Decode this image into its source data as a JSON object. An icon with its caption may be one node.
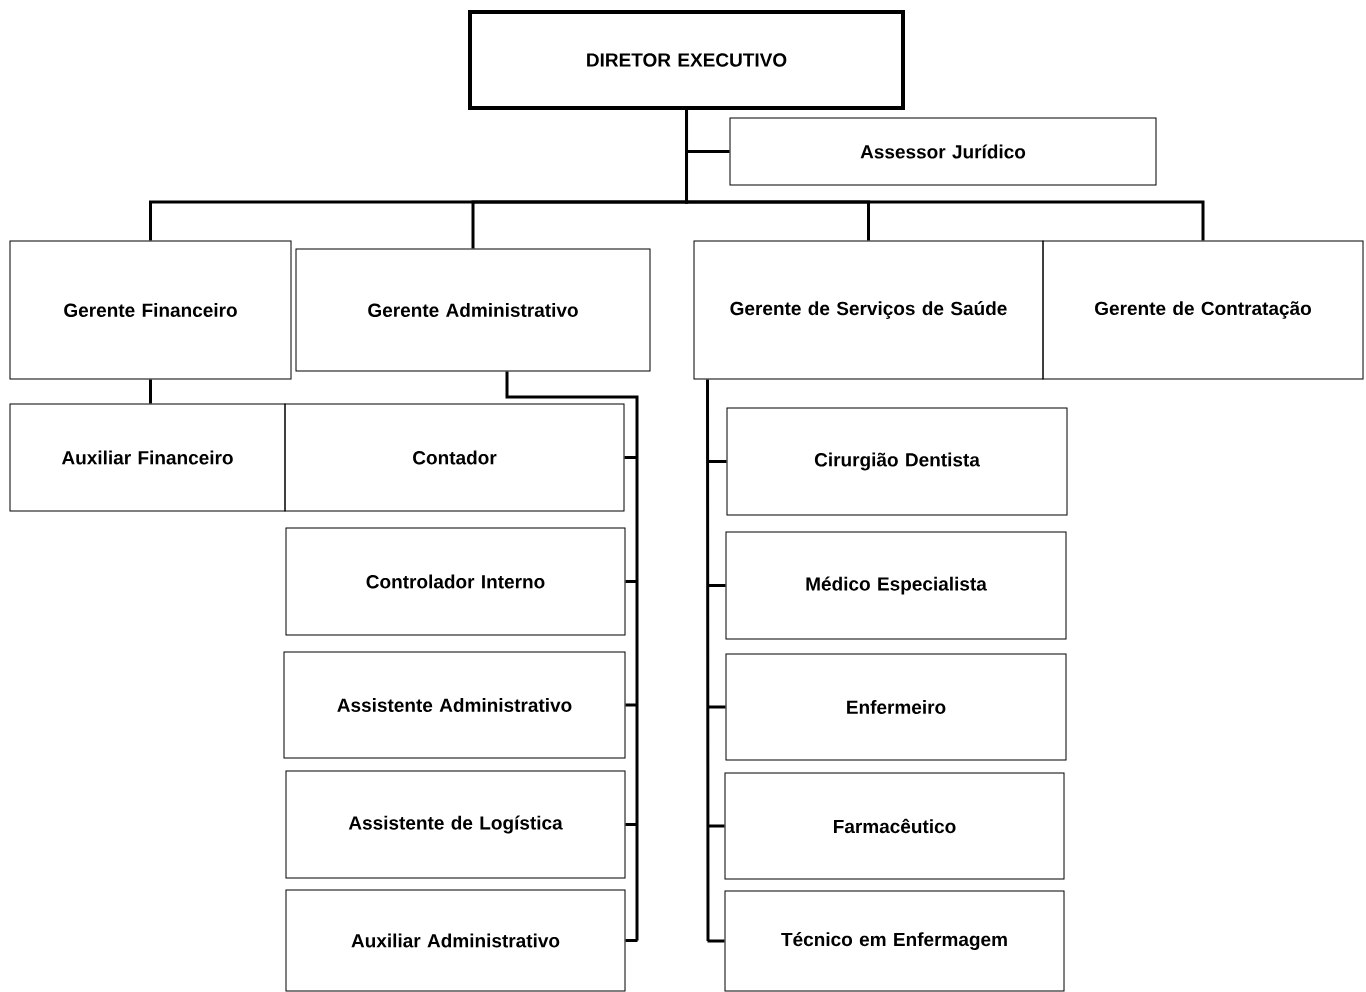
{
  "diagram": {
    "nodes": [
      {
        "text": [
          "DIRETOR EXECUTIVO"
        ]
      },
      {
        "text": [
          "Assessor Jurídico"
        ]
      },
      {
        "text": [
          "Gerente Financeiro"
        ]
      },
      {
        "text": [
          "Gerente Administrativo"
        ]
      },
      {
        "text": [
          "Gerente de Serviços de Saúde"
        ]
      },
      {
        "text": [
          "Gerente de Contratação"
        ]
      },
      {
        "text": [
          "Auxiliar Financeiro"
        ]
      },
      {
        "text": [
          "Contador"
        ]
      },
      {
        "text": [
          "Controlador Interno"
        ]
      },
      {
        "text": [
          "Assistente Administrativo"
        ]
      },
      {
        "text": [
          "Assistente de Logística"
        ]
      },
      {
        "text": [
          "Auxiliar Administrativo"
        ]
      },
      {
        "text": [
          "Cirurgião Dentista"
        ]
      },
      {
        "text": [
          "Médico Especialista"
        ]
      },
      {
        "text": [
          "Enfermeiro"
        ]
      },
      {
        "text": [
          "Farmacêutico"
        ]
      },
      {
        "text": [
          "Técnico em Enfermagem"
        ]
      }
    ],
    "edges": [
      {
        "from": 0,
        "to": 1,
        "arrow": "none"
      },
      {
        "from": 0,
        "to": 2,
        "arrow": "none"
      },
      {
        "from": 0,
        "to": 3,
        "arrow": "none"
      },
      {
        "from": 0,
        "to": 4,
        "arrow": "none"
      },
      {
        "from": 0,
        "to": 5,
        "arrow": "none"
      },
      {
        "from": 2,
        "to": 6,
        "arrow": "none"
      },
      {
        "from": 3,
        "to": 7,
        "arrow": "none"
      },
      {
        "from": 3,
        "to": 8,
        "arrow": "none"
      },
      {
        "from": 3,
        "to": 9,
        "arrow": "none"
      },
      {
        "from": 3,
        "to": 10,
        "arrow": "none"
      },
      {
        "from": 3,
        "to": 11,
        "arrow": "none"
      },
      {
        "from": 4,
        "to": 12,
        "arrow": "none"
      },
      {
        "from": 4,
        "to": 13,
        "arrow": "none"
      },
      {
        "from": 4,
        "to": 14,
        "arrow": "none"
      },
      {
        "from": 4,
        "to": 15,
        "arrow": "none"
      },
      {
        "from": 4,
        "to": 16,
        "arrow": "none"
      }
    ]
  }
}
